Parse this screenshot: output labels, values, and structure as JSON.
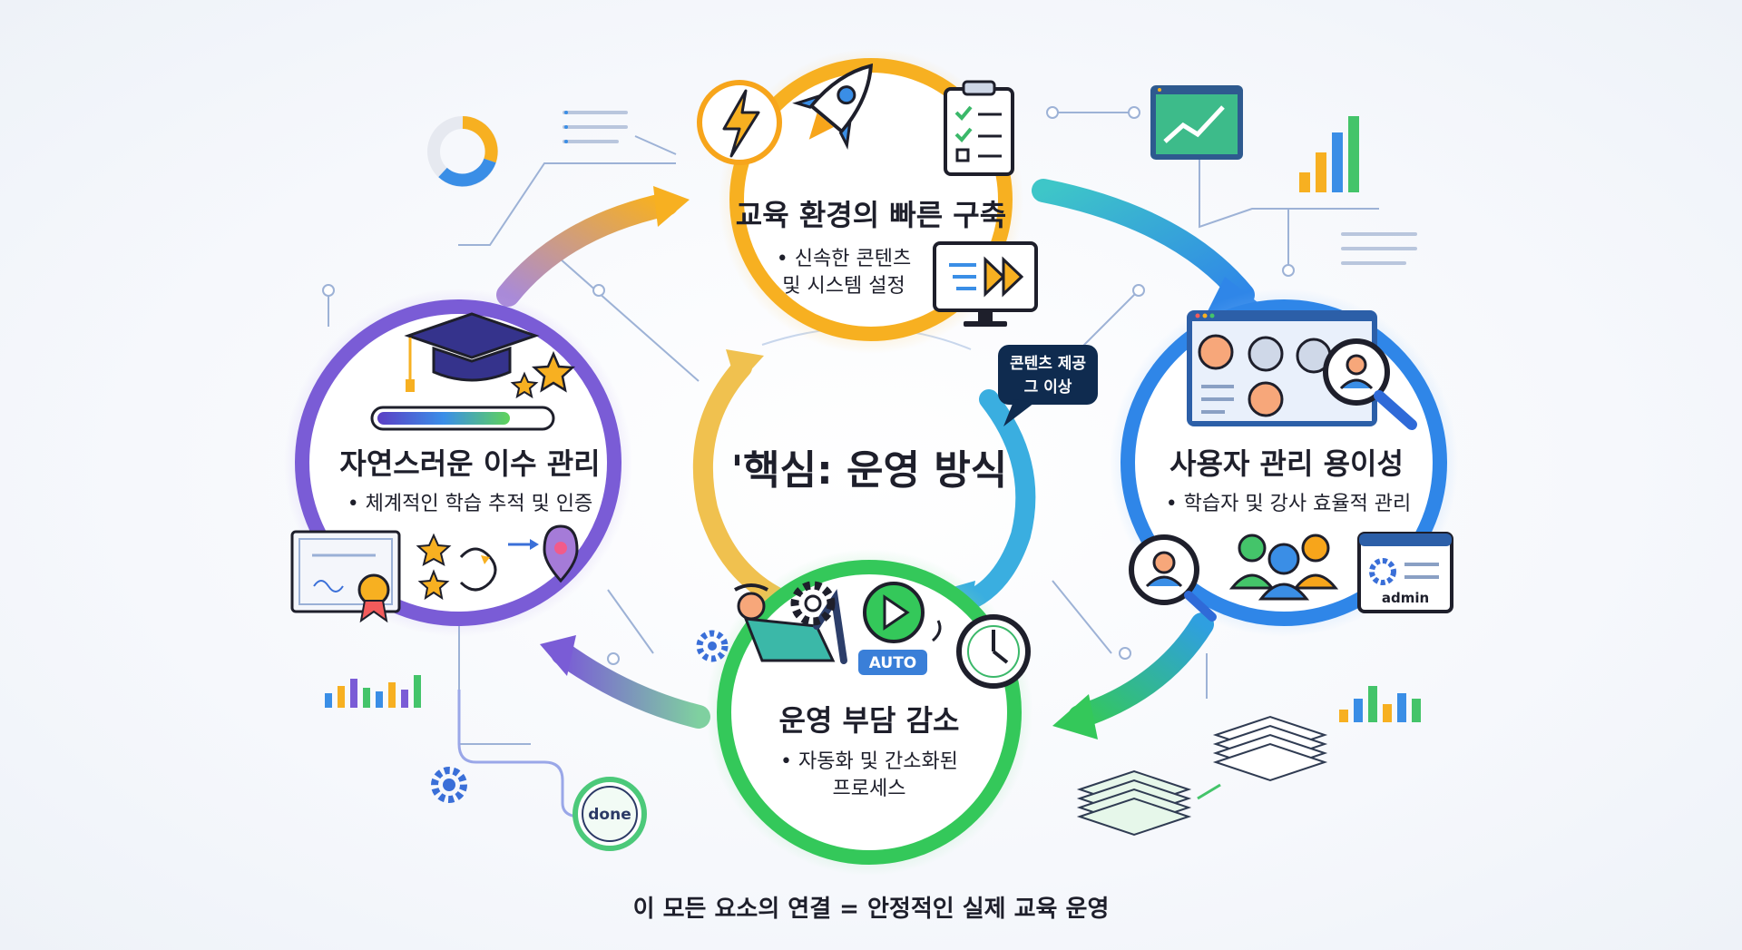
{
  "center": {
    "title": "'핵심: 운영 방식"
  },
  "bubble": {
    "line1": "콘텐츠 제공",
    "line2": "그 이상"
  },
  "top": {
    "title": "교육 환경의 빠른 구축",
    "line1": "• 신속한 콘텐츠",
    "line2": "및 시스템 설정",
    "icons": [
      "lightning-icon",
      "rocket-icon",
      "checklist-icon",
      "fast-forward-monitor-icon"
    ]
  },
  "right": {
    "title": "사용자 관리 용이성",
    "line1": "• 학습자 및 강사 효율적 관리",
    "admin_label": "admin",
    "icons": [
      "user-grid-window-icon",
      "magnifier-user-icon",
      "user-group-icon",
      "admin-window-icon"
    ]
  },
  "bottom": {
    "title": "운영 부담 감소",
    "line1": "• 자동화 및 간소화된",
    "line2": "프로세스",
    "auto_label": "AUTO",
    "icons": [
      "relaxed-person-icon",
      "gear-icon",
      "play-button-icon",
      "clock-icon"
    ]
  },
  "left": {
    "title": "자연스러운 이수 관리",
    "line1": "• 체계적인 학습 추적 및 인증",
    "icons": [
      "graduation-cap-icon",
      "progress-bar-icon",
      "certificate-icon",
      "star-icon",
      "path-pin-icon"
    ]
  },
  "done_label": "done",
  "footer": {
    "caption": "이 모든 요소의 연결 = 안정적인 실제 교육 운영"
  },
  "colors": {
    "top": "#f7b021",
    "right": "#2f86e8",
    "bottom": "#34c85a",
    "left": "#7a5cd6",
    "bubble": "#0f2b4f"
  }
}
